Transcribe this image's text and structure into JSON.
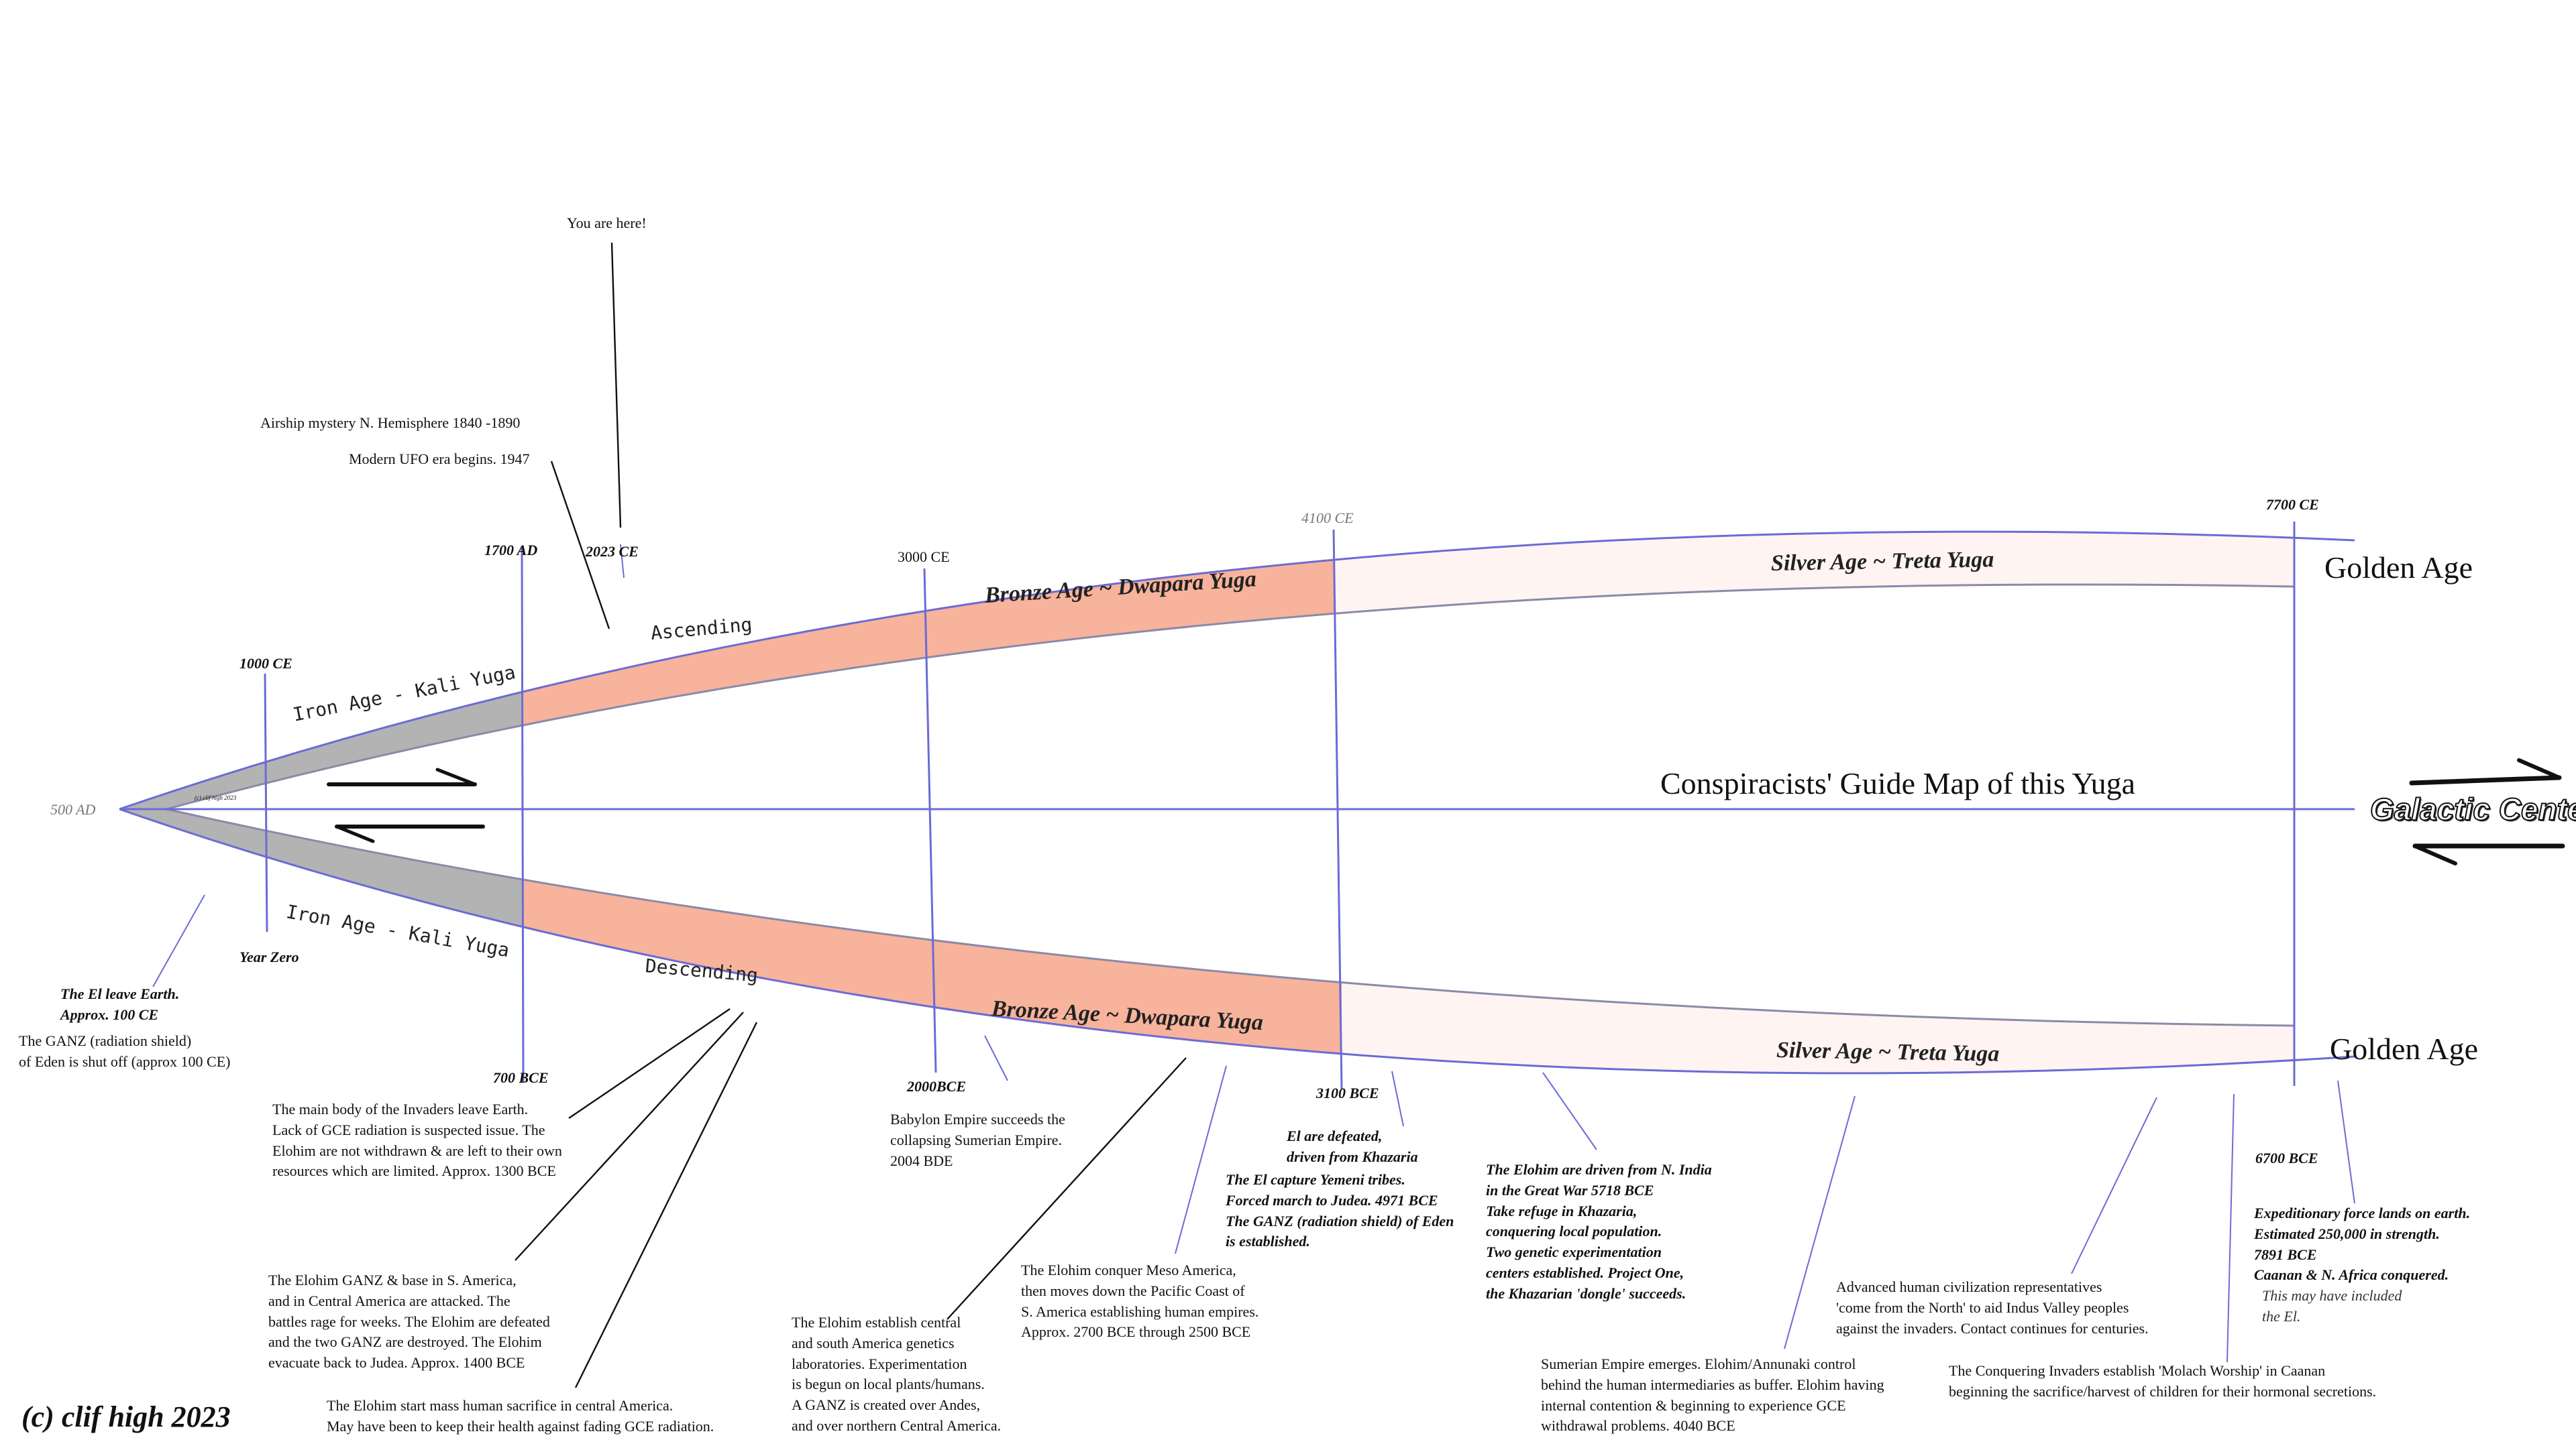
{
  "title": "Conspiracists' Guide Map of this Yuga",
  "galactic_center": "Galactic Center",
  "golden_age_upper": "Golden Age",
  "golden_age_lower": "Golden Age",
  "copyright": "(c) clif high 2023",
  "tiny_signature": "(c) clif high 2023",
  "colors": {
    "kali": "#b3b3b3",
    "bronze": "#f7b39b",
    "silver": "#fff4f2",
    "axis": "#6b6bd6",
    "edge": "#8a8aa8"
  },
  "bands": {
    "upper_kali": "Iron Age - Kali Yuga",
    "upper_ascending": "Ascending",
    "upper_bronze": "Bronze  Age ~ Dwapara Yuga",
    "upper_silver": "Silver Age ~ Treta Yuga",
    "lower_kali": "Iron Age - Kali Yuga",
    "lower_descending": "Descending",
    "lower_bronze": "Bronze  Age ~ Dwapara Yuga",
    "lower_silver": "Silver Age ~ Treta Yuga"
  },
  "dates": {
    "d500ad": "500 AD",
    "d1000ce": "1000 CE",
    "d1700ad": "1700 AD",
    "d2023ce": "2023 CE",
    "d3000ce": "3000 CE",
    "d4100ce": "4100 CE",
    "d7700ce": "7700 CE",
    "year_zero": "Year Zero",
    "d700bce": "700 BCE",
    "d2000bce": "2000BCE",
    "d3100bce": "3100 BCE",
    "d6700bce": "6700 BCE"
  },
  "notes": {
    "you_are_here": "You are here!",
    "airship": "Airship  mystery N. Hemisphere 1840 -1890",
    "ufo": "Modern UFO era begins. 1947",
    "el_leave": "The El leave Earth.\nApprox. 100 CE",
    "ganz_shut": "The GANZ (radiation shield)\nof Eden is shut off (approx 100 CE)",
    "invaders_leave": "The main body of the Invaders leave Earth.\nLack of GCE radiation is suspected issue. The\nElohim are not withdrawn & are left to their own\nresources which are limited. Approx. 1300 BCE",
    "ganz_attacked": "The Elohim GANZ & base in S. America,\nand in Central America are attacked. The\nbattles rage for weeks. The Elohim are defeated\nand the two GANZ are destroyed. The Elohim\nevacuate back to Judea.  Approx. 1400 BCE",
    "sacrifice": "The Elohim start mass human sacrifice in central America.\nMay have been to keep their health against fading GCE radiation.",
    "labs": "The Elohim establish central\nand south America genetics\nlaboratories. Experimentation\nis begun on local plants/humans.\nA GANZ is created over Andes,\nand over northern Central America.",
    "meso": "The Elohim conquer Meso America,\nthen moves down the Pacific Coast of\nS. America establishing human empires.\nApprox. 2700 BCE through 2500 BCE",
    "babylon": "Babylon Empire succeeds the\ncollapsing Sumerian Empire.\n2004 BDE",
    "el_defeated": "El are defeated,\ndriven from Khazaria",
    "yemeni": "The El capture Yemeni tribes.\nForced march to Judea.  4971 BCE\nThe GANZ (radiation shield) of Eden\nis established.",
    "india": "The Elohim are driven from N. India\nin the Great War 5718 BCE\nTake refuge in Khazaria,\nconquering local population.\nTwo genetic experimentation\ncenters established. Project One,\nthe Khazarian 'dongle' succeeds.",
    "sumerian": "Sumerian Empire emerges. Elohim/Annunaki control\nbehind the human intermediaries as buffer. Elohim having\ninternal contention & beginning to experience GCE\nwithdrawal problems. 4040 BCE",
    "indus": "Advanced human civilization representatives\n'come from the North' to aid Indus Valley peoples\nagainst the invaders. Contact continues for centuries.",
    "molach": "The Conquering Invaders  establish 'Molach Worship' in Caanan\nbeginning the sacrifice/harvest of children for their hormonal secretions.",
    "expedition": "Expeditionary force lands on earth.\nEstimated 250,000 in strength.\n7891 BCE\nCaanan & N. Africa conquered.",
    "el_maybe": "This may have included\nthe El."
  }
}
